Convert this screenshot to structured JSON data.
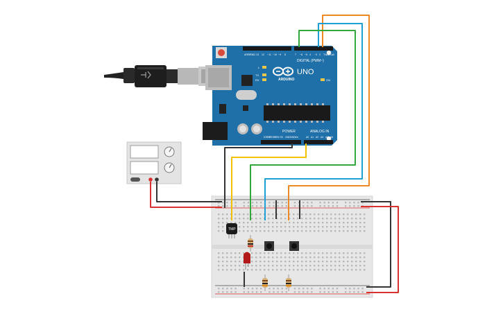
{
  "board": {
    "brand": "ARDUINO",
    "model": "UNO",
    "header_digital": "DIGITAL (PWM~)",
    "header_power": "POWER",
    "header_analog": "ANALOG IN",
    "led_l": "L",
    "led_tx": "TX",
    "led_rx": "RX",
    "led_on": "ON",
    "digital_pins": [
      "AREF",
      "GND",
      "13",
      "12",
      "~11",
      "~10",
      "~9",
      "8",
      "7",
      "~6",
      "~5",
      "4",
      "~3",
      "2",
      "TX▸1",
      "RX◂0"
    ],
    "power_pins": [
      "IOREF",
      "RESET",
      "3.3V",
      "5V",
      "GND",
      "GND",
      "Vin"
    ],
    "analog_pins": [
      "A0",
      "A1",
      "A2",
      "A3",
      "A4",
      "A5"
    ]
  },
  "sensor": {
    "label": "TMP"
  },
  "colors": {
    "board_blue": "#1f6fa8",
    "board_dark": "#175a8a",
    "wire_black": "#333333",
    "wire_red": "#d93030",
    "wire_yellow": "#f2c200",
    "wire_green": "#33a83a",
    "wire_blue": "#1e9fd6",
    "wire_orange": "#ee8a23",
    "breadboard": "#e9e9e9",
    "supply_body": "#e6e6e6",
    "led_red": "#b21a1a"
  }
}
